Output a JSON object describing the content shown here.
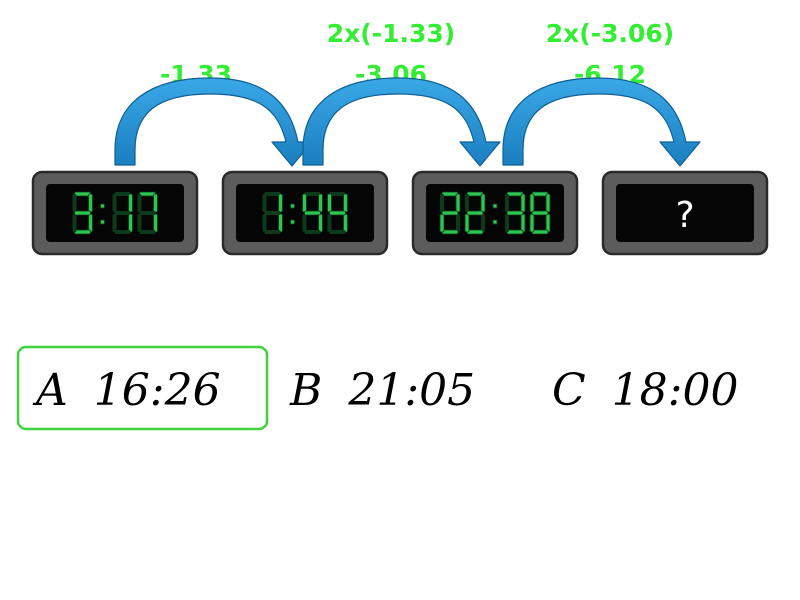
{
  "steps": [
    {
      "expression": "",
      "delta": "-1.33"
    },
    {
      "expression": "2x(-1.33)",
      "delta": "-3.06"
    },
    {
      "expression": "2x(-3.06)",
      "delta": "-6.12"
    }
  ],
  "clocks": [
    {
      "hours": "3",
      "minutes": "17"
    },
    {
      "hours": "1",
      "minutes": "44"
    },
    {
      "hours": "22",
      "minutes": "38"
    },
    {
      "unknown": "?"
    }
  ],
  "options": [
    {
      "letter": "A",
      "time": "16:26",
      "selected": true
    },
    {
      "letter": "B",
      "time": "21:05",
      "selected": false
    },
    {
      "letter": "C",
      "time": "18:00",
      "selected": false
    }
  ],
  "colors": {
    "label_green": "#33ee33",
    "lcd_green": "#2ec452",
    "arrow_blue": "#1d8fcf",
    "clock_frame": "#5c5c5c",
    "selected_border": "#3fd13f"
  }
}
